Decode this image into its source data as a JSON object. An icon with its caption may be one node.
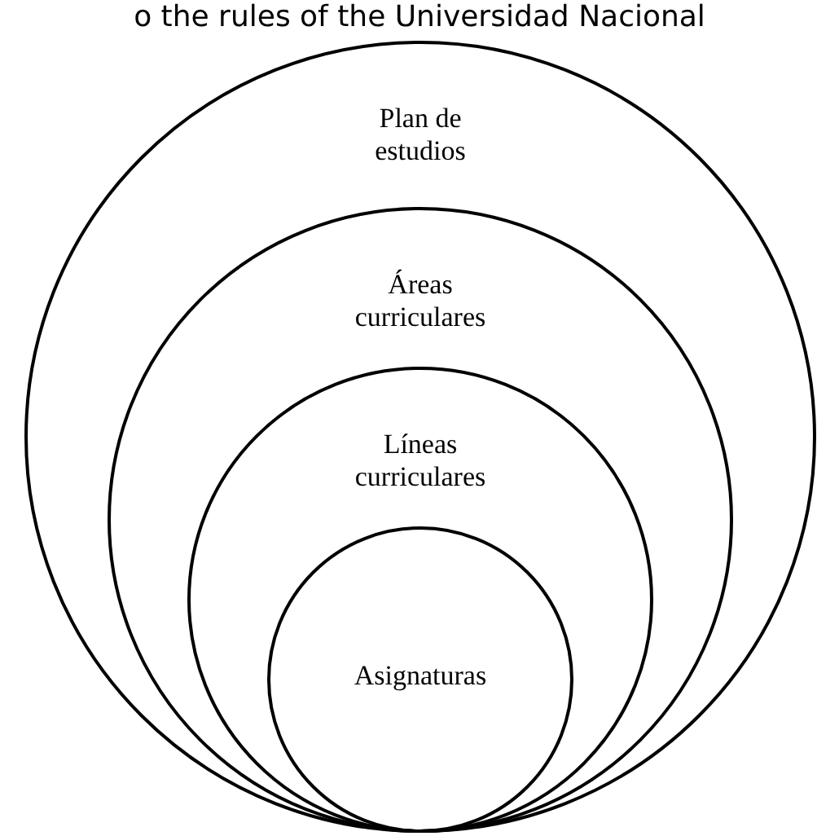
{
  "diagram": {
    "nodes": [
      {
        "text": [
          "Plan de estudios"
        ]
      },
      {
        "text": [
          "Áreas curriculares"
        ],
        "in": 0
      },
      {
        "text": [
          "Líneas curriculares"
        ],
        "in": 1
      },
      {
        "text": [
          "Asignaturas"
        ],
        "in": 2
      }
    ],
    "labels": [
      "o the rules of the Universidad Nacional"
    ]
  }
}
